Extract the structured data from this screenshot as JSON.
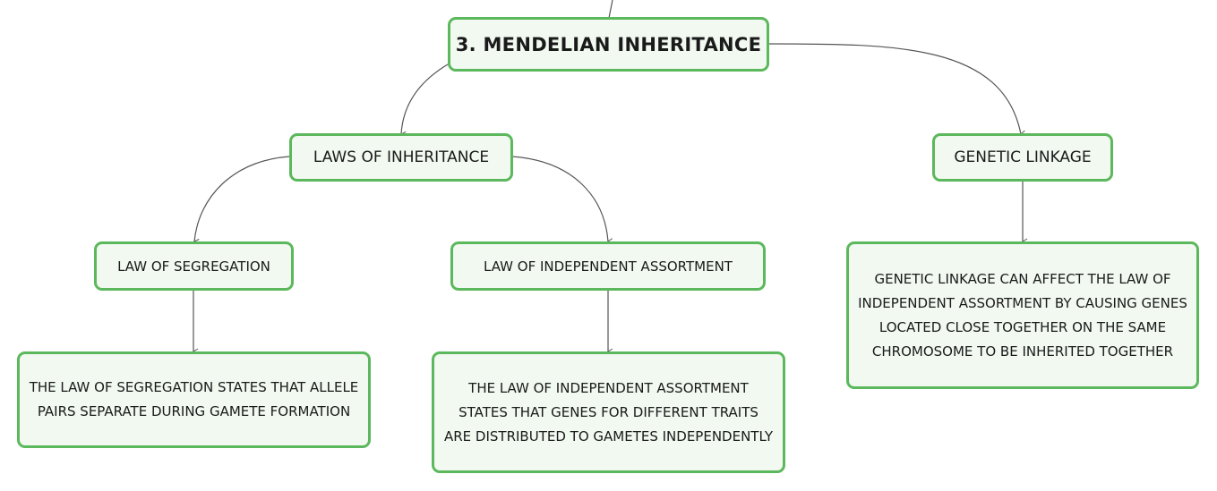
{
  "root": {
    "label": "3. MENDELIAN INHERITANCE"
  },
  "laws": {
    "label": "LAWS OF INHERITANCE",
    "segregation": {
      "label": "LAW OF SEGREGATION",
      "detail": "THE LAW OF SEGREGATION STATES THAT ALLELE PAIRS SEPARATE DURING GAMETE FORMATION"
    },
    "independent": {
      "label": "LAW OF INDEPENDENT ASSORTMENT",
      "detail": "THE LAW OF INDEPENDENT ASSORTMENT STATES THAT GENES FOR DIFFERENT TRAITS ARE DISTRIBUTED TO GAMETES INDEPENDENTLY"
    }
  },
  "linkage": {
    "label": "GENETIC LINKAGE",
    "detail": "GENETIC LINKAGE CAN AFFECT THE LAW OF INDEPENDENT ASSORTMENT BY CAUSING GENES LOCATED CLOSE TOGETHER ON THE SAME CHROMOSOME TO BE INHERITED TOGETHER"
  },
  "colors": {
    "node_border": "#5cb85c",
    "node_fill": "#f1f9f1",
    "connector": "#555555"
  }
}
